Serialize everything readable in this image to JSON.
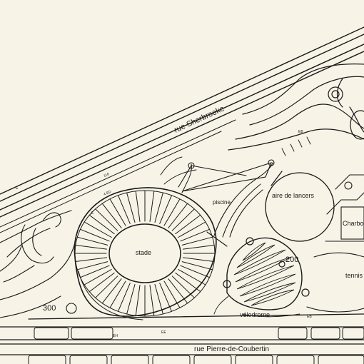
{
  "map": {
    "streets": {
      "sherbrooke": "rue Sherbrooke",
      "pierre_de_coubertin": "rue Pierre-de-Coubertin"
    },
    "venues": {
      "stade": "stade",
      "piscine": "piscine",
      "velodrome": "vélodrome",
      "aire_de_lancers": "aire de lancers",
      "tennis": "tennis",
      "charbo": "Charbo"
    },
    "numbers": {
      "n300": "300",
      "n200": "200"
    },
    "small_labels": {
      "eb_right": "EB",
      "e_left": "E",
      "e_top": "E",
      "eb_mid": "EB",
      "eh_bottom": "EH",
      "code_116": "116",
      "code_48": "4 ED",
      "code_ee": "EE"
    },
    "colors": {
      "paper": "#f7f3e6",
      "ink": "#1a1a1a"
    }
  }
}
